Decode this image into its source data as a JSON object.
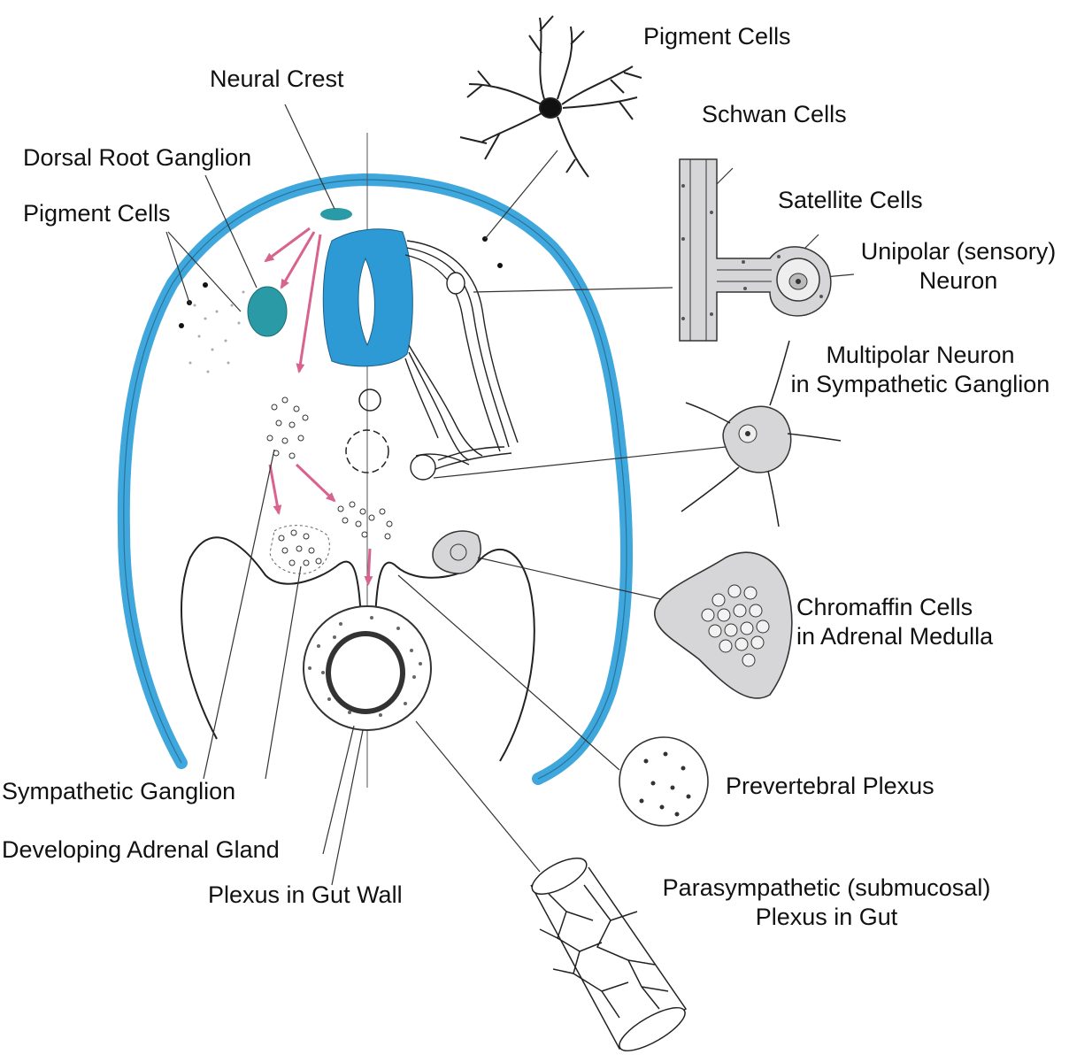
{
  "colors": {
    "ectoderm": "#3fa7dc",
    "neural_crest_teal": "#2a9aa6",
    "neural_tube": "#2d9ad6",
    "migration_arrow": "#d8638f",
    "cell_fill": "#d6d6d8",
    "ink": "#222222"
  },
  "labels": {
    "neural_crest": "Neural Crest",
    "dorsal_root_ganglion": "Dorsal Root Ganglion",
    "pigment_cells_left": "Pigment Cells",
    "pigment_cells_top": "Pigment Cells",
    "schwan_cells": "Schwan Cells",
    "satellite_cells": "Satellite Cells",
    "unipolar_neuron": [
      "Unipolar (sensory)",
      "Neuron"
    ],
    "multipolar_neuron": [
      "Multipolar Neuron",
      "in Sympathetic Ganglion"
    ],
    "chromaffin_cells": [
      "Chromaffin Cells",
      "in Adrenal Medulla"
    ],
    "prevertebral_plexus": "Prevertebral Plexus",
    "parasympathetic_plexus": [
      "Parasympathetic (submucosal)",
      "Plexus in Gut"
    ],
    "sympathetic_ganglion": "Sympathetic Ganglion",
    "developing_adrenal_gland": "Developing Adrenal Gland",
    "plexus_in_gut_wall": "Plexus in Gut Wall"
  }
}
